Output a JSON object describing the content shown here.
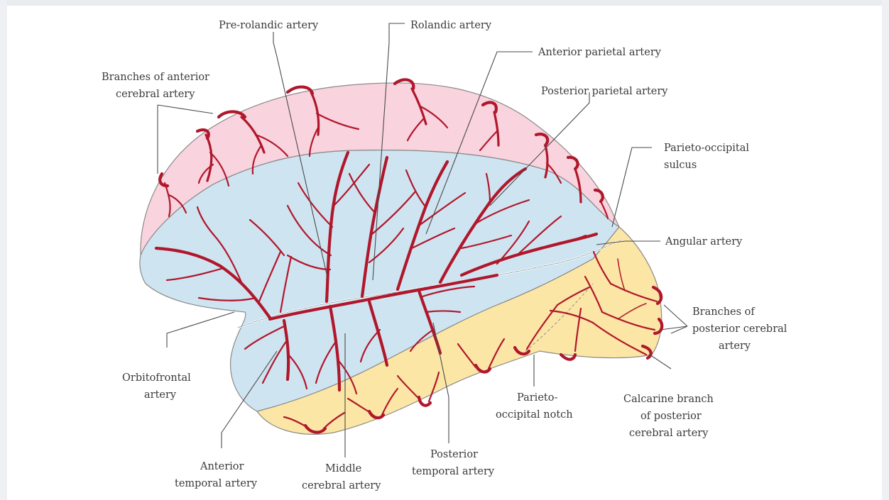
{
  "labels": {
    "pre_rolandic": "Pre-rolandic artery",
    "rolandic": "Rolandic artery",
    "anterior_parietal": "Anterior parietal artery",
    "posterior_parietal": "Posterior parietal artery",
    "branches_aca_1": "Branches of anterior",
    "branches_aca_2": "cerebral artery",
    "parieto_occipital_sulcus_1": "Parieto-occipital",
    "parieto_occipital_sulcus_2": "sulcus",
    "angular": "Angular artery",
    "branches_pca_1": "Branches of",
    "branches_pca_2": "posterior cerebral",
    "branches_pca_3": "artery",
    "orbitofrontal_1": "Orbitofrontal",
    "orbitofrontal_2": "artery",
    "parieto_occipital_notch_1": "Parieto-",
    "parieto_occipital_notch_2": "occipital notch",
    "calcarine_1": "Calcarine branch",
    "calcarine_2": "of posterior",
    "calcarine_3": "cerebral artery",
    "anterior_temporal_1": "Anterior",
    "anterior_temporal_2": "temporal artery",
    "middle_cerebral_1": "Middle",
    "middle_cerebral_2": "cerebral artery",
    "posterior_temporal_1": "Posterior",
    "posterior_temporal_2": "temporal artery"
  },
  "colors": {
    "aca_territory": "#f9d3de",
    "mca_territory": "#cfe4f1",
    "pca_territory": "#fbe6a6",
    "artery": "#b0172b",
    "outline": "#7d7d7d"
  }
}
